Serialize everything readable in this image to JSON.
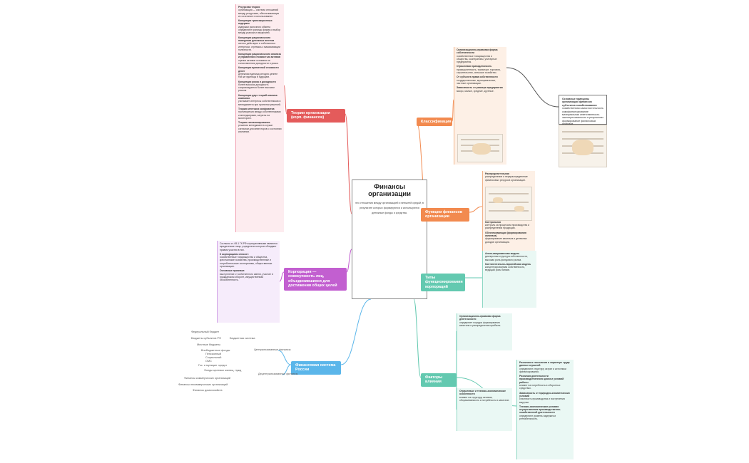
{
  "center": {
    "title": "Финансы организации",
    "description": "это отношения между организацией и внешней средой, в результате которых формируются и используются денежные фонды и средства."
  },
  "branches": {
    "theory": "Теории организации (корп. финансов)",
    "classification": "Классификация",
    "functions": "Функции финансов организации",
    "corporation": "Корпорация — совокупность лиц, объединившихся для достижения общих целей",
    "types": "Типы функционирования корпораций",
    "system": "Финансовая система России",
    "factors": "Факторы влияния"
  },
  "theory_notes": [
    {
      "title": "Ресурсная теория",
      "text": "организация — система отношений между ресурсами, обеспечивающая их сочетание и использование."
    },
    {
      "title": "Концепция трансакционных издержек",
      "text": "издержки рыночного обмена определяют границы фирмы и выбор между рынком и иерархией."
    },
    {
      "title": "Концепция рационального поведения денежных агентов",
      "text": "агенты действуют в собственных интересах, стремясь к максимизации полезности."
    },
    {
      "title": "Концепция рационального анализа и управления стоимостью активов",
      "text": "оценка активов основана на сопоставлении доходности и риска."
    },
    {
      "title": "Концепция временной стоимости денег",
      "text": "денежная единица сегодня ценнее той же единицы в будущем."
    },
    {
      "title": "Концепция риска и доходности",
      "text": "более высокая доходность сопровождается более высоким риском."
    },
    {
      "title": "Концепция двух теорий анализа компании",
      "text": "учитывает интересы собственников и менеджмента при принятии решений."
    },
    {
      "title": "Теория агентских конфликтов",
      "text": "противоречия между собственниками и менеджерами, затраты на мониторинг."
    },
    {
      "title": "Теория сигнализирования",
      "text": "решения менеджмента служат сигналом для инвесторов о состоянии компании."
    }
  ],
  "classification_notes": [
    {
      "title": "Организационно-правовая форма собственности",
      "text": "хозяйственные товарищества и общества, кооперативы, унитарные предприятия."
    },
    {
      "title": "Отраслевая принадлежность",
      "text": "промышленность, транспорт, торговля, строительство, сельское хозяйство."
    },
    {
      "title": "От субъекта права собственности",
      "text": "государственные, муниципальные, частные организации."
    },
    {
      "title": "Зависимость от размера предприятия",
      "text": "микро, малые, средние, крупные."
    }
  ],
  "side_note": {
    "title": "Основные принципы организации финансов субъектов хозяйствования",
    "items": [
      "хозяйственная самостоятельность",
      "самофинансирование",
      "материальная ответственность",
      "заинтересованность в результатах",
      "формирование финансовых резервов"
    ]
  },
  "function_notes": [
    {
      "title": "Распределительная",
      "text": "распределение и перераспределение финансовых ресурсов организации."
    },
    {
      "title": "Контрольная",
      "text": "контроль за процессом производства и распределения продукции."
    },
    {
      "title": "Обеспечивающая (формирования капитала)",
      "text": "формирование капитала и денежных доходов организации."
    }
  ],
  "corporation_notes": [
    {
      "title": "",
      "text": "Согласно ст. 65.1 ГК РФ корпоративными являются юридические лица, учредители которых обладают правом участия в них."
    },
    {
      "title": "К корпорациям относят:",
      "text": "хозяйственные товарищества и общества, крестьянские хозяйства, производственные и потребительские кооперативы, общественные организации."
    },
    {
      "title": "Основные признаки:",
      "text": "выступление от собственного имени, участие в гражданском обороте, имущественная обособленность."
    }
  ],
  "types_notes": [
    {
      "title": "Англо-американская модель",
      "text": "дисперсная структура собственности, высокая роль фондового рынка."
    },
    {
      "title": "Континентально-европейская модель",
      "text": "концентрированная собственность, ведущая роль банков."
    }
  ],
  "system_leaves": {
    "centralized": "Централизованные финансы",
    "decentralized": "Децентрализованные финансы",
    "budget": "Бюджетная система",
    "left": [
      "Федеральный бюджет",
      "Бюджеты субъектов РФ",
      "Местные бюджеты",
      "Внебюджетные фонды",
      "Пенсионный",
      "Социальный",
      "ОМС",
      "Гос. и муницип. кредит",
      "Фонды целевых жилищ. нужд",
      "Финансы коммерческих организаций",
      "Финансы некоммерческих организаций",
      "Финансы домохозяйств"
    ]
  },
  "factor_notes": [
    {
      "title": "Организационно-правовая форма деятельности",
      "text": "определяет порядок формирования капитала и распределения прибыли."
    },
    {
      "title": "Отраслевые и технико-экономические особенности",
      "text": "влияют на структуру активов, оборачиваемость и потребность в капитале."
    },
    {
      "title": "Различия в технологии и характере труда данных отраслей",
      "text": "определяют структуру затрат и источники финансирования."
    },
    {
      "title": "Различия длительности производственного цикла и условий работы",
      "text": "влияют на потребность в оборотных средствах."
    },
    {
      "title": "Зависимость от природно-климатических условий",
      "text": "сезонность производства и поступления выручки."
    },
    {
      "title": "Технико-экономические условия осуществления производственно-хозяйственной деятельности",
      "text": "определяют уровень издержек и рентабельность."
    }
  ],
  "colors": {
    "red": "#e45b5b",
    "orange": "#f28a4f",
    "mint": "#63c9b0",
    "violet": "#c25fd0",
    "sky": "#5bb6ea"
  }
}
